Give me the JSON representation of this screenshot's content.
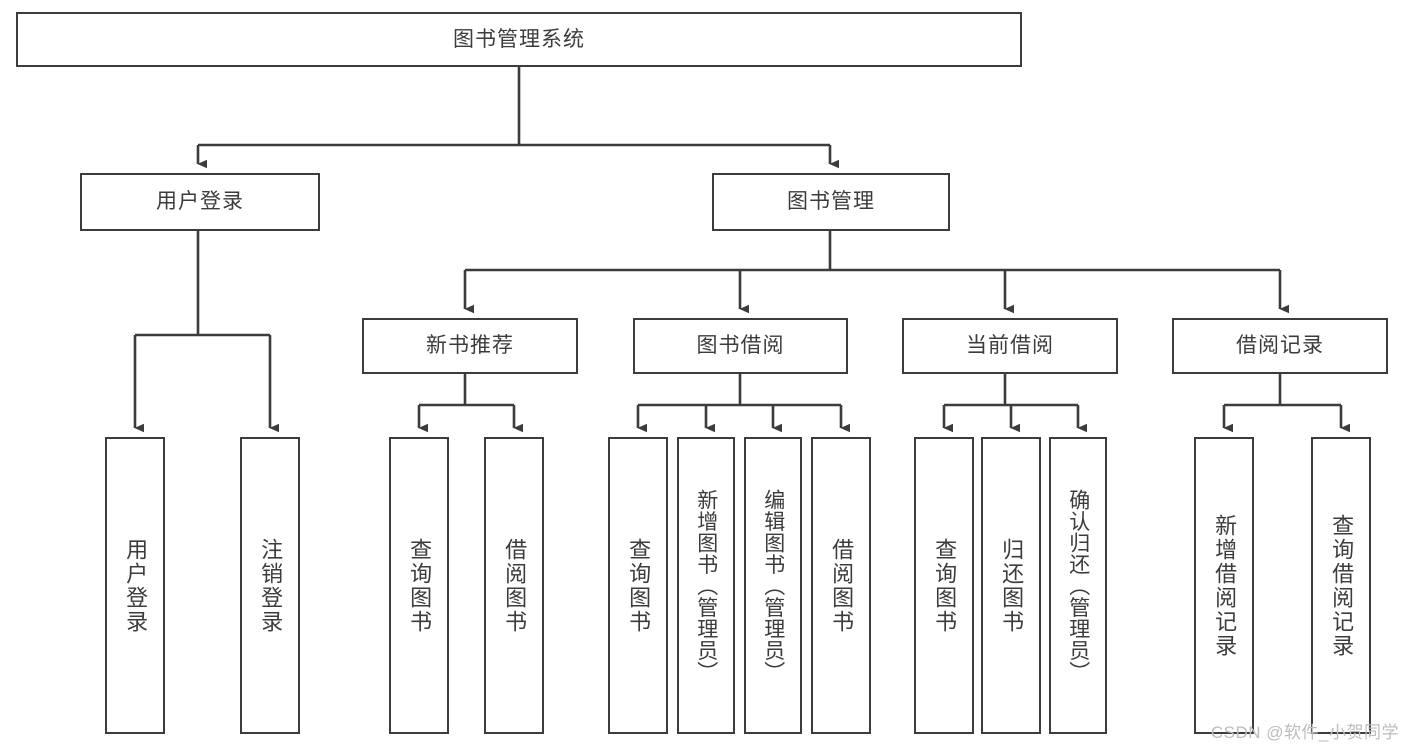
{
  "diagram": {
    "title": "图书管理系统",
    "type": "hierarchy-tree",
    "colors": {
      "background": "#ffffff",
      "box_fill": "#ffffff",
      "box_border": "#3c3c3c",
      "text": "#3c3c3c",
      "connector": "#3c3c3c",
      "watermark": "#bdbdbd"
    },
    "root": {
      "label": "图书管理系统"
    },
    "level2": [
      {
        "label": "用户登录"
      },
      {
        "label": "图书管理"
      }
    ],
    "level3": [
      {
        "label": "新书推荐"
      },
      {
        "label": "图书借阅"
      },
      {
        "label": "当前借阅"
      },
      {
        "label": "借阅记录"
      }
    ],
    "leaves": {
      "user_login": [
        {
          "label": "用户登录"
        },
        {
          "label": "注销登录"
        }
      ],
      "new_book_recommend": [
        {
          "label": "查询图书"
        },
        {
          "label": "借阅图书"
        }
      ],
      "book_borrow": [
        {
          "label": "查询图书"
        },
        {
          "label": "新增图书（管理员）"
        },
        {
          "label": "编辑图书（管理员）"
        },
        {
          "label": "借阅图书"
        }
      ],
      "current_borrow": [
        {
          "label": "查询图书"
        },
        {
          "label": "归还图书"
        },
        {
          "label": "确认归还（管理员）"
        }
      ],
      "borrow_record": [
        {
          "label": "新增借阅记录"
        },
        {
          "label": "查询借阅记录"
        }
      ]
    },
    "watermark": "CSDN @软件_小贺同学"
  }
}
